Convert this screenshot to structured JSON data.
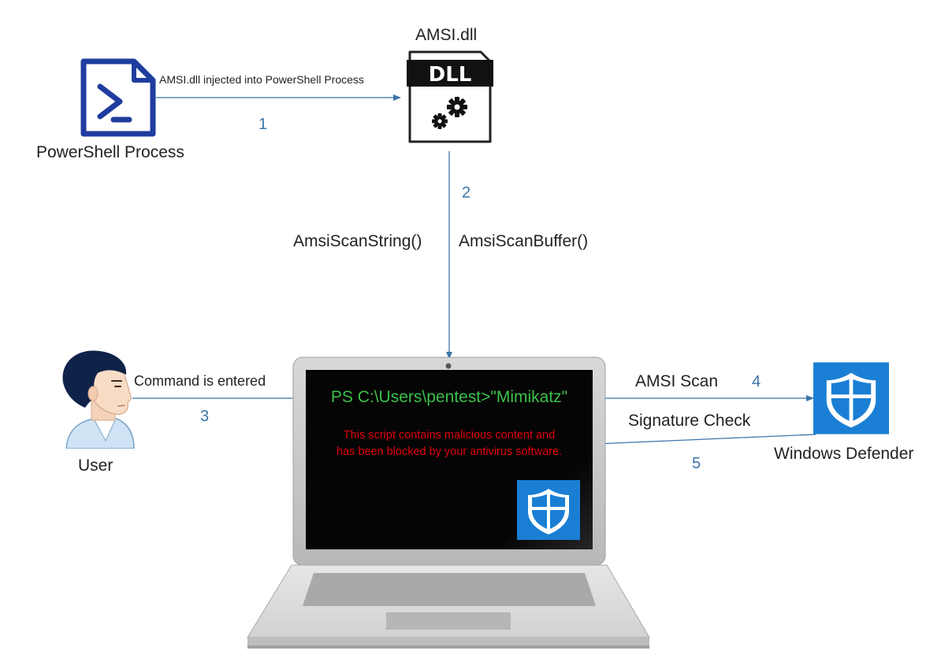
{
  "nodes": {
    "powershell": {
      "label": "PowerShell Process",
      "icon": "powershell-icon"
    },
    "amsi_dll": {
      "label": "AMSI.dll",
      "badge": "DLL",
      "icon": "dll-file-icon"
    },
    "user": {
      "label": "User",
      "icon": "user-avatar-icon"
    },
    "defender": {
      "label": "Windows Defender",
      "icon": "windows-defender-shield-icon"
    },
    "laptop": {
      "icon": "laptop-icon",
      "prompt": "PS C:\\Users\\pentest>",
      "command": "\"Mimikatz\"",
      "warning_line1": "This script contains malicious content and",
      "warning_line2": "has been blocked by your antivirus software."
    }
  },
  "edges": {
    "inject": {
      "label": "AMSI.dll injected into PowerShell Process",
      "step": "1"
    },
    "scan_call": {
      "label_left": "AmsiScanString()",
      "label_right": "AmsiScanBuffer()",
      "step": "2"
    },
    "command": {
      "label": "Command is entered",
      "step": "3"
    },
    "amsi_scan": {
      "label": "AMSI Scan",
      "step": "4"
    },
    "signature": {
      "label": "Signature Check",
      "step": "5"
    }
  },
  "colors": {
    "arrow": "#3b74aa",
    "powershell_blue": "#1f3d9e",
    "defender_blue": "#1a7fd4",
    "terminal_green": "#3cc04a",
    "warning_red": "#e0000d",
    "screen_bg": "#050505"
  }
}
